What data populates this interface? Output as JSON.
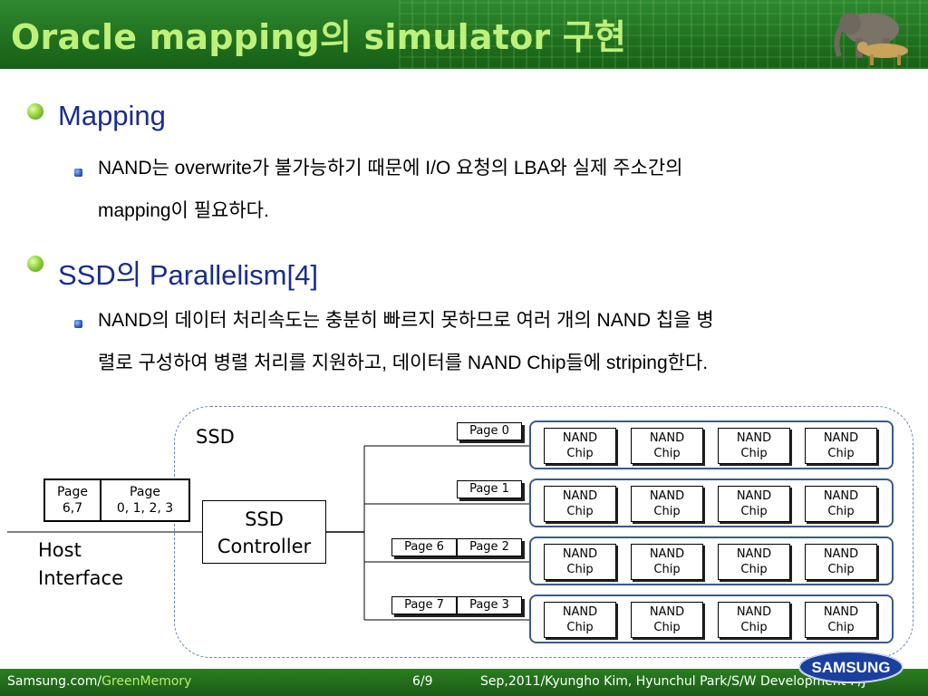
{
  "header": {
    "title": "Oracle mapping의 simulator 구현"
  },
  "bullets": [
    {
      "heading": "Mapping",
      "lines": [
        "NAND는 overwrite가 불가능하기 때문에 I/O 요청의 LBA와 실제 주소간의",
        "mapping이 필요하다."
      ]
    },
    {
      "heading": "SSD의 Parallelism[4]",
      "lines": [
        "NAND의 데이터 처리속도는 충분히 빠르지 못하므로 여러 개의 NAND 칩을 병",
        "렬로 구성하여 병렬 처리를 지원하고, 데이터를 NAND Chip들에 striping한다."
      ]
    }
  ],
  "diagram": {
    "ssd_label": "SSD",
    "controller": [
      "SSD",
      "Controller"
    ],
    "host": [
      "Host",
      "Interface"
    ],
    "host_pages": [
      [
        "Page",
        "6,7"
      ],
      [
        "Page",
        "0, 1, 2, 3"
      ]
    ],
    "channel_pages": [
      "Page 0",
      "Page 1",
      "Page 2",
      "Page 3"
    ],
    "queued_pages": [
      "Page 6",
      "Page 7"
    ],
    "nand_chip": [
      "NAND",
      "Chip"
    ]
  },
  "footer": {
    "url_prefix": "Samsung.com/",
    "url_suffix": "GreenMemory",
    "page": "6/9",
    "info": "Sep,2011/Kyungho Kim, Hyunchul Park/S/W Development-P/J"
  },
  "logo_text": "SAMSUNG",
  "colors": {
    "header_green": "#1f6f1f",
    "title_text": "#bff07a",
    "heading_blue": "#1a2d8c",
    "nand_row_border": "#3a5a8c"
  }
}
